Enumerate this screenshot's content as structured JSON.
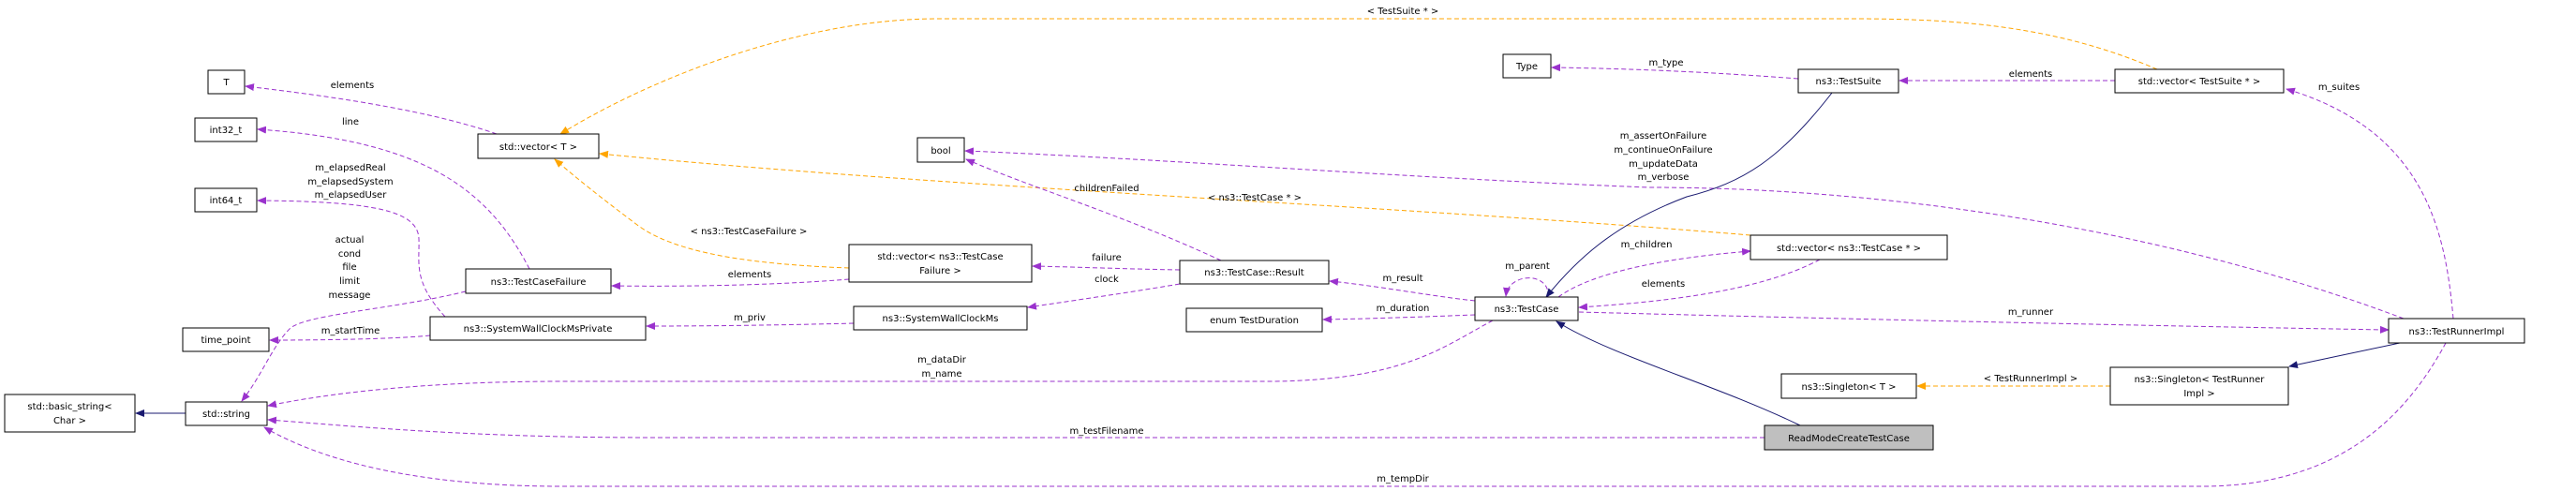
{
  "colors": {
    "usage": "#9a32cd",
    "template": "#ffa500",
    "inheritance": "#191970",
    "focus_fill": "#bfbfbf"
  },
  "nodes": {
    "T": "T",
    "int32": "int32_t",
    "int64": "int64_t",
    "time_point": "time_point",
    "basic_string": [
      "std::basic_string<",
      "Char >"
    ],
    "string": "std::string",
    "vector_T": "std::vector< T >",
    "test_case_failure": "ns3::TestCaseFailure",
    "swcm_private": "ns3::SystemWallClockMsPrivate",
    "bool": "bool",
    "vector_tcf": [
      "std::vector< ns3::TestCase",
      "Failure >"
    ],
    "swcm": "ns3::SystemWallClockMs",
    "result": "ns3::TestCase::Result",
    "enum_duration": "enum TestDuration",
    "test_case": "ns3::TestCase",
    "type": "Type",
    "test_suite": "ns3::TestSuite",
    "vector_suite": "std::vector< TestSuite * >",
    "vector_case": "std::vector< ns3::TestCase * >",
    "runner_impl": "ns3::TestRunnerImpl",
    "singleton_runner": [
      "ns3::Singleton< TestRunner",
      "Impl >"
    ],
    "singleton_T": "ns3::Singleton< T >",
    "focus": "ReadModeCreateTestCase"
  },
  "edge_labels": {
    "vecT_elements": "elements",
    "line": "line",
    "elapsed": [
      "m_elapsedReal",
      "m_elapsedSystem",
      "m_elapsedUser"
    ],
    "failure_fields": [
      "actual",
      "cond",
      "file",
      "limit",
      "message"
    ],
    "start_time": "m_startTime",
    "tcf_template": "< ns3::TestCaseFailure >",
    "tcf_elements": "elements",
    "priv": "m_priv",
    "suite_template": "< TestSuite * >",
    "m_type": "m_type",
    "runner_bools": [
      "m_assertOnFailure",
      "m_continueOnFailure",
      "m_updateData",
      "m_verbose"
    ],
    "children_failed": "childrenFailed",
    "case_template": "< ns3::TestCase * >",
    "failure": "failure",
    "clock": "clock",
    "m_result": "m_result",
    "m_parent": "m_parent",
    "m_duration": "m_duration",
    "m_children": "m_children",
    "case_elements": "elements",
    "data_dir": [
      "m_dataDir",
      "m_name"
    ],
    "test_filename": "m_testFilename",
    "temp_dir": "m_tempDir",
    "suite_elements": "elements",
    "m_suites": "m_suites",
    "m_runner": "m_runner",
    "runner_template": "< TestRunnerImpl >"
  }
}
